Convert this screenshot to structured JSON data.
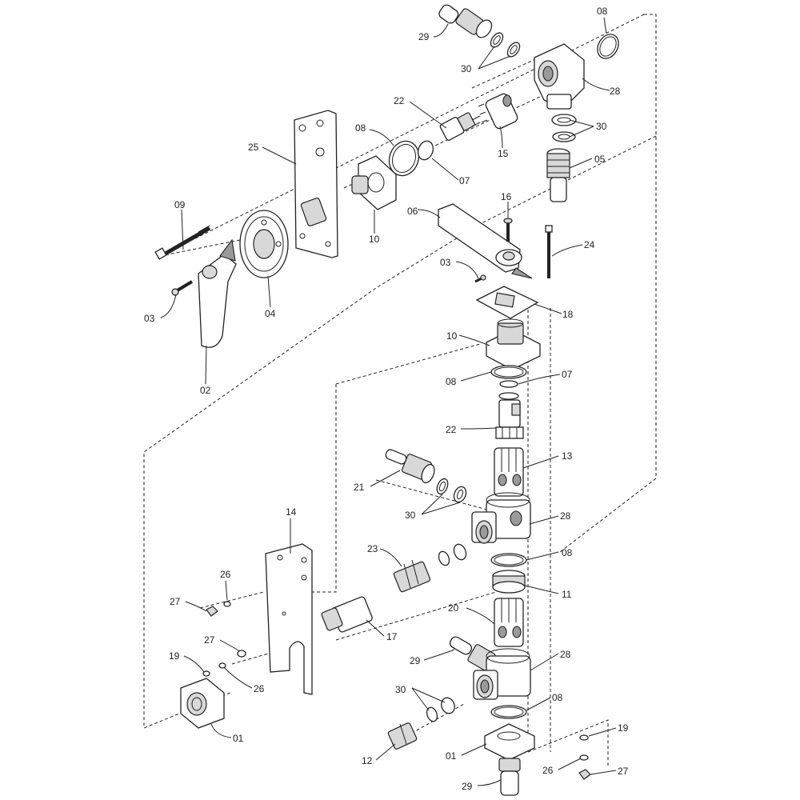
{
  "callouts": [
    {
      "id": "c29a",
      "text": "29"
    },
    {
      "id": "c08a",
      "text": "08"
    },
    {
      "id": "c30a",
      "text": "30"
    },
    {
      "id": "c28a",
      "text": "28"
    },
    {
      "id": "c22a",
      "text": "22"
    },
    {
      "id": "c30b",
      "text": "30"
    },
    {
      "id": "c08b",
      "text": "08"
    },
    {
      "id": "c25",
      "text": "25"
    },
    {
      "id": "c15",
      "text": "15"
    },
    {
      "id": "c05",
      "text": "05"
    },
    {
      "id": "c07a",
      "text": "07"
    },
    {
      "id": "c10a",
      "text": "10"
    },
    {
      "id": "c09",
      "text": "09"
    },
    {
      "id": "c03a",
      "text": "03"
    },
    {
      "id": "c06",
      "text": "06"
    },
    {
      "id": "c16",
      "text": "16"
    },
    {
      "id": "c24",
      "text": "24"
    },
    {
      "id": "c03b",
      "text": "03"
    },
    {
      "id": "c04",
      "text": "04"
    },
    {
      "id": "c18",
      "text": "18"
    },
    {
      "id": "c10b",
      "text": "10"
    },
    {
      "id": "c02",
      "text": "02"
    },
    {
      "id": "c08c",
      "text": "08"
    },
    {
      "id": "c07b",
      "text": "07"
    },
    {
      "id": "c22b",
      "text": "22"
    },
    {
      "id": "c13",
      "text": "13"
    },
    {
      "id": "c21",
      "text": "21"
    },
    {
      "id": "c30c",
      "text": "30"
    },
    {
      "id": "c28b",
      "text": "28"
    },
    {
      "id": "c14",
      "text": "14"
    },
    {
      "id": "c23",
      "text": "23"
    },
    {
      "id": "c08d",
      "text": "08"
    },
    {
      "id": "c11",
      "text": "11"
    },
    {
      "id": "c26a",
      "text": "26"
    },
    {
      "id": "c27a",
      "text": "27"
    },
    {
      "id": "c20",
      "text": "20"
    },
    {
      "id": "c17",
      "text": "17"
    },
    {
      "id": "c27b",
      "text": "27"
    },
    {
      "id": "c28c",
      "text": "28"
    },
    {
      "id": "c19a",
      "text": "19"
    },
    {
      "id": "c29b",
      "text": "29"
    },
    {
      "id": "c26b",
      "text": "26"
    },
    {
      "id": "c30d",
      "text": "30"
    },
    {
      "id": "c08e",
      "text": "08"
    },
    {
      "id": "c01a",
      "text": "01"
    },
    {
      "id": "c19b",
      "text": "19"
    },
    {
      "id": "c12",
      "text": "12"
    },
    {
      "id": "c01b",
      "text": "01"
    },
    {
      "id": "c26c",
      "text": "26"
    },
    {
      "id": "c27c",
      "text": "27"
    },
    {
      "id": "c29c",
      "text": "29"
    }
  ]
}
